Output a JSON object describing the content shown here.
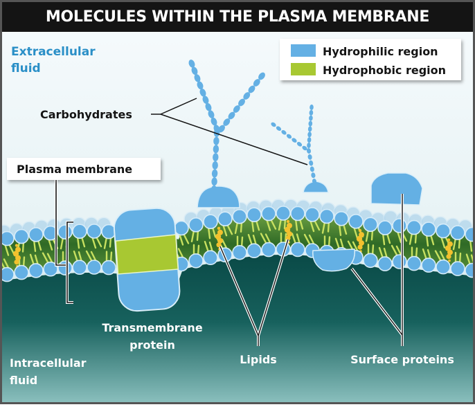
{
  "title": "MOLECULES WITHIN THE PLASMA MEMBRANE",
  "regions": {
    "extracellular": [
      "Extracellular",
      "fluid"
    ],
    "intracellular": [
      "Intracellular",
      "fluid"
    ]
  },
  "legend": {
    "items": [
      {
        "label": "Hydrophilic region",
        "color": "#64b0e4"
      },
      {
        "label": "Hydrophobic region",
        "color": "#a8c832"
      }
    ]
  },
  "labels": {
    "carbohydrates": "Carbohydrates",
    "plasma_membrane": "Plasma membrane",
    "transmembrane_protein": [
      "Transmembrane",
      "protein"
    ],
    "lipids": "Lipids",
    "surface_proteins": "Surface proteins"
  },
  "colors": {
    "title_bar": "#141414",
    "hydrophilic": "#64b0e4",
    "hydrophobic": "#a8c832",
    "lipid_tail": "#c8e060",
    "cholesterol": "#f2c12e",
    "membrane_core": "#3f7a2a",
    "extracellular_top": "#f6fbfd",
    "extracellular_bottom": "#cfe6e6",
    "intracellular_top": "#0d4f4c",
    "intracellular_bottom": "#8abfbd",
    "accent_text": "#2a8fc7"
  }
}
